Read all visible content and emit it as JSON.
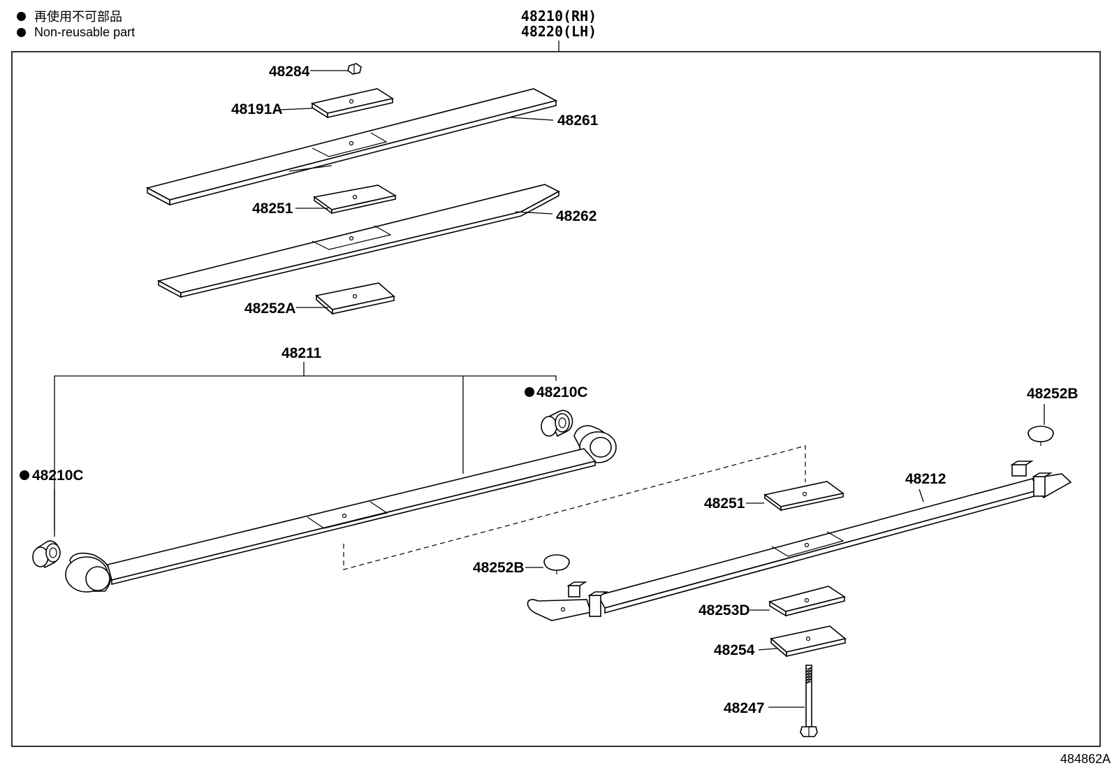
{
  "legend": {
    "japanese": "再使用不可部品",
    "english": "Non-reusable part"
  },
  "assembly": {
    "rh": "48210(RH)",
    "lh": "48220(LH)"
  },
  "parts": {
    "nut": "48284",
    "upper_plate": "48191A",
    "leaf_1": "48261",
    "liner_1": "48251",
    "leaf_2": "48262",
    "liner_2": "48252A",
    "main_leaf": "48211",
    "bushing_right": "48210C",
    "bushing_left": "48210C",
    "cap_right": "48252B",
    "helper_leaf": "48212",
    "liner_3": "48251",
    "cap_left": "48252B",
    "spacer": "48253D",
    "lower_plate": "48254",
    "center_bolt": "48247"
  },
  "illustration_id": "484862A"
}
